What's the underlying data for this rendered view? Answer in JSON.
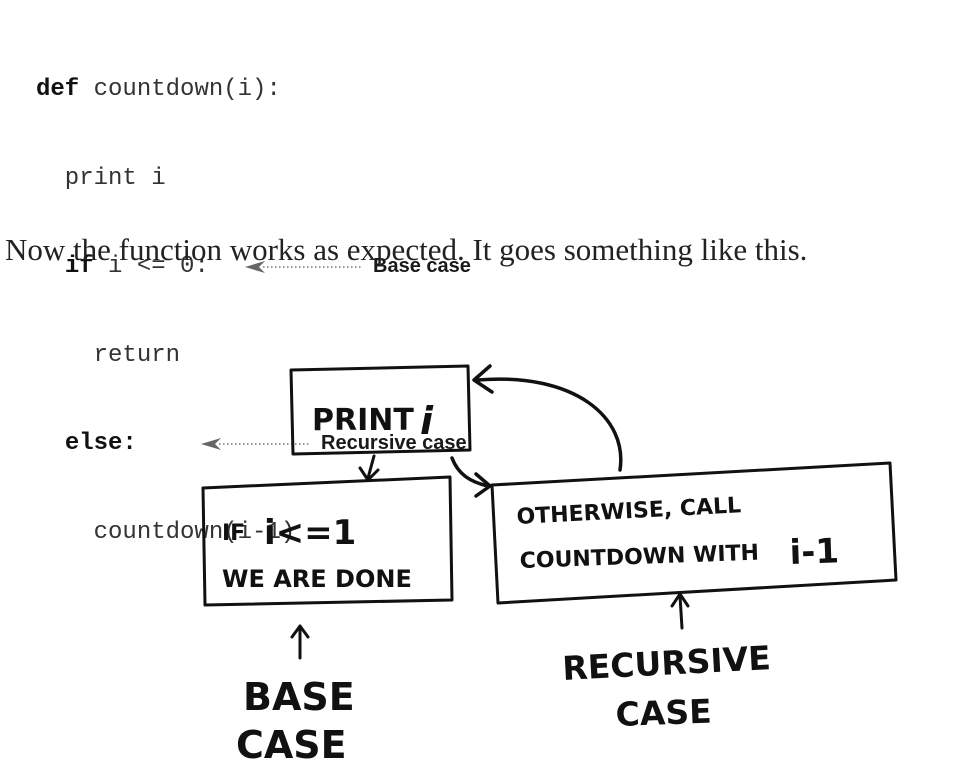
{
  "code": {
    "line1": {
      "keyword": "def",
      "text": " countdown(i):"
    },
    "line2": {
      "text": "  print i"
    },
    "line3": {
      "indent": "  ",
      "keyword": "if",
      "text": " i <= 0:",
      "annotation": "Base case"
    },
    "line4": {
      "text": "    return"
    },
    "line5": {
      "indent": "  ",
      "keyword": "else:",
      "annotation": "Recursive case"
    },
    "line6": {
      "text": "    countdown(i-1)"
    }
  },
  "prose": "Now the function works as expected. It goes something like this.",
  "diagram": {
    "print_box": {
      "word": "PRINT",
      "var": "i"
    },
    "base_box": {
      "line1_prefix": "IF",
      "line1_expr": "i<=1",
      "line2": "WE ARE DONE"
    },
    "recursive_box": {
      "line1": "OTHERWISE, CALL",
      "line2_prefix": "COUNTDOWN WITH",
      "line2_expr": "i-1"
    },
    "base_label": {
      "line1": "BASE",
      "line2": "CASE"
    },
    "recursive_label": {
      "line1": "RECURSIVE",
      "line2": "CASE"
    }
  }
}
